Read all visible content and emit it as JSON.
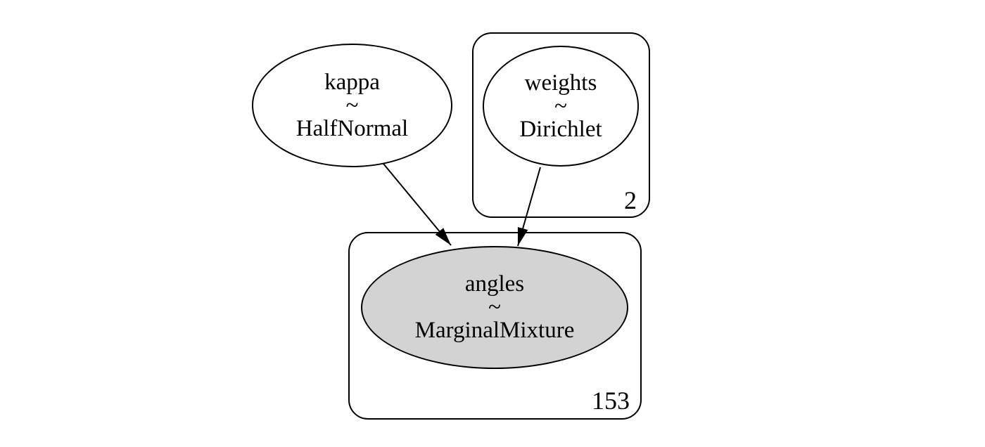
{
  "figure": {
    "kind": "probabilistic-graphical-model-plate-diagram",
    "background_color": "#ffffff",
    "stroke_color": "#000000",
    "observed_fill_color": "#d3d3d3"
  },
  "nodes": [
    {
      "id": "kappa",
      "name": "kappa",
      "op": "~",
      "dist": "HalfNormal",
      "fill": "#ffffff"
    },
    {
      "id": "weights",
      "name": "weights",
      "op": "~",
      "dist": "Dirichlet",
      "fill": "#ffffff"
    },
    {
      "id": "angles",
      "name": "angles",
      "op": "~",
      "dist": "MarginalMixture",
      "fill": "#d3d3d3"
    }
  ],
  "plates": [
    {
      "id": "weights-plate",
      "label": "2",
      "contains": "weights"
    },
    {
      "id": "angles-plate",
      "label": "153",
      "contains": "angles"
    }
  ],
  "edges": [
    {
      "from": "kappa",
      "to": "angles"
    },
    {
      "from": "weights",
      "to": "angles"
    }
  ]
}
